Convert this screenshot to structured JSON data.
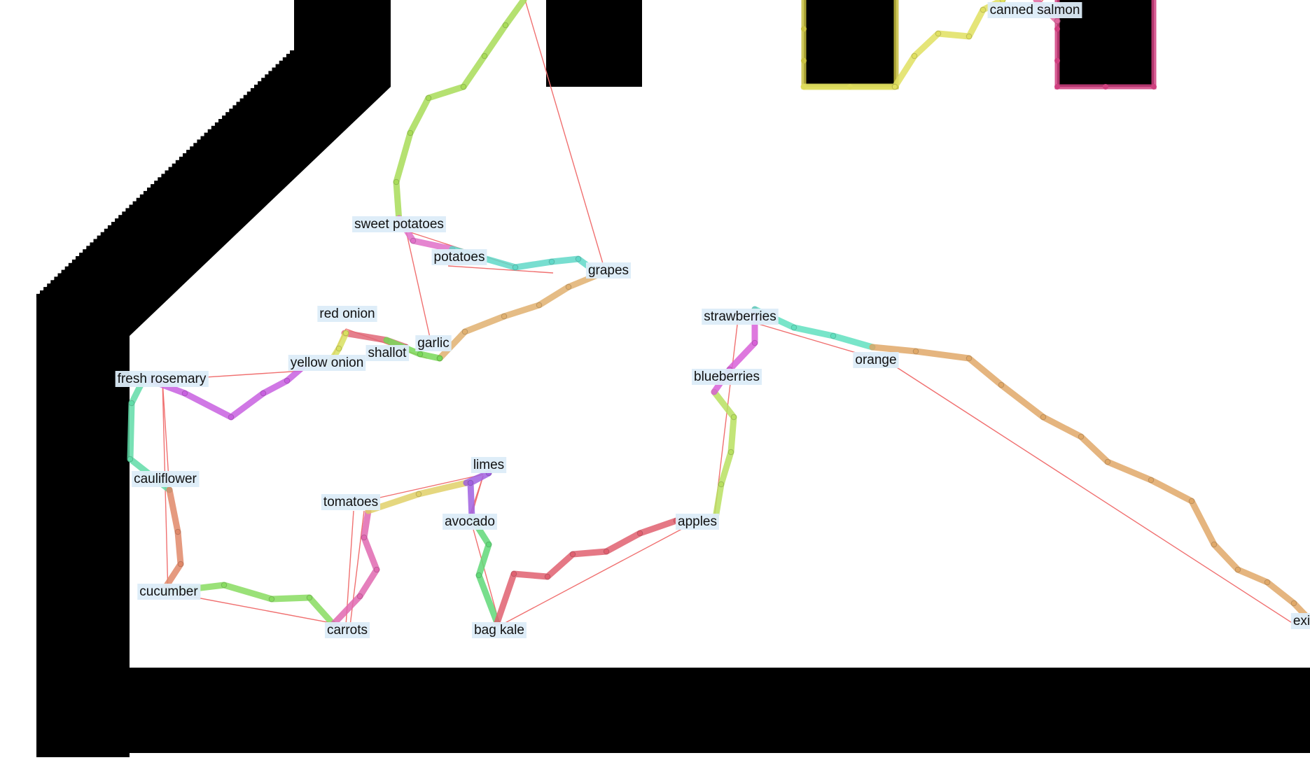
{
  "colors": {
    "background": "#ffffff",
    "obstacle": "#000000",
    "connector": "#f07070",
    "label_bg": "#dcecf8",
    "label_text": "#111111"
  },
  "nodes": [
    {
      "id": "sweet_potatoes",
      "label": "sweet potatoes"
    },
    {
      "id": "potatoes",
      "label": "potatoes"
    },
    {
      "id": "grapes",
      "label": "grapes"
    },
    {
      "id": "red_onion",
      "label": "red onion"
    },
    {
      "id": "shallot",
      "label": "shallot"
    },
    {
      "id": "garlic",
      "label": "garlic"
    },
    {
      "id": "yellow_onion",
      "label": "yellow onion"
    },
    {
      "id": "fresh_rosemary",
      "label": "fresh rosemary"
    },
    {
      "id": "cauliflower",
      "label": "cauliflower"
    },
    {
      "id": "cucumber",
      "label": "cucumber"
    },
    {
      "id": "carrots",
      "label": "carrots"
    },
    {
      "id": "tomatoes",
      "label": "tomatoes"
    },
    {
      "id": "limes",
      "label": "limes"
    },
    {
      "id": "avocado",
      "label": "avocado"
    },
    {
      "id": "bag_kale",
      "label": "bag kale"
    },
    {
      "id": "apples",
      "label": "apples"
    },
    {
      "id": "strawberries",
      "label": "strawberries"
    },
    {
      "id": "blueberries",
      "label": "blueberries"
    },
    {
      "id": "orange",
      "label": "orange"
    },
    {
      "id": "canned_salmon",
      "label": "canned salmon"
    },
    {
      "id": "exit",
      "label": "exi"
    }
  ],
  "path_segments": [
    {
      "color": "#a8dc58"
    },
    {
      "color": "#e070c8"
    },
    {
      "color": "#60d8c8"
    },
    {
      "color": "#e0b070"
    },
    {
      "color": "#e06878"
    },
    {
      "color": "#78d858"
    },
    {
      "color": "#d8e060"
    },
    {
      "color": "#c860e0"
    },
    {
      "color": "#60dca8"
    },
    {
      "color": "#e08868"
    },
    {
      "color": "#88dc60"
    },
    {
      "color": "#e068b0"
    },
    {
      "color": "#e0d068"
    },
    {
      "color": "#a060e0"
    },
    {
      "color": "#60d878"
    },
    {
      "color": "#e06070"
    },
    {
      "color": "#b8e060"
    },
    {
      "color": "#d860d8"
    },
    {
      "color": "#60e0c0"
    },
    {
      "color": "#e0a868"
    },
    {
      "color": "#e0e060"
    },
    {
      "color": "#e068a0"
    }
  ],
  "highlight_boxes": [
    {
      "color": "#c8c040"
    },
    {
      "color": "#d04080"
    }
  ]
}
